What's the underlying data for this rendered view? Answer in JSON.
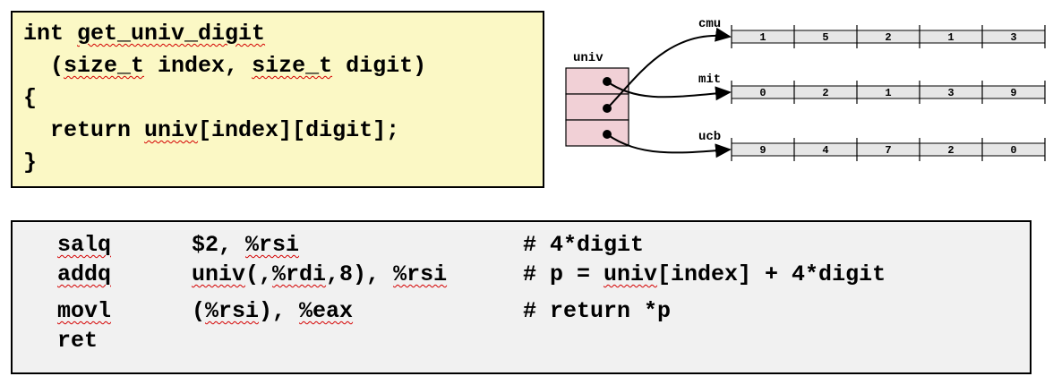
{
  "colors": {
    "code_background": "#fbf8c5",
    "asm_background": "#f1f1f1",
    "pointer_cell": "#f1d0d6",
    "array_cell": "#e6e6e6"
  },
  "c_code": [
    [
      {
        "t": "int "
      },
      {
        "t": "get_univ_digit",
        "sq": true
      }
    ],
    [
      {
        "t": "  ("
      },
      {
        "t": "size_t",
        "sq": true
      },
      {
        "t": " index, "
      },
      {
        "t": "size_t",
        "sq": true
      },
      {
        "t": " digit)"
      }
    ],
    [
      {
        "t": "{"
      }
    ],
    [
      {
        "t": "  return "
      },
      {
        "t": "univ",
        "sq": true
      },
      {
        "t": "[index][digit];"
      }
    ],
    [
      {
        "t": "}"
      }
    ]
  ],
  "asm": [
    {
      "op": "salq",
      "op_sq": true,
      "args": [
        {
          "t": "$2, "
        },
        {
          "t": "%rsi",
          "sq": true
        }
      ],
      "comment": [
        {
          "t": "# 4*digit"
        }
      ]
    },
    {
      "op": "addq",
      "op_sq": true,
      "args": [
        {
          "t": "univ",
          "sq": true
        },
        {
          "t": "(,"
        },
        {
          "t": "%rdi",
          "sq": true
        },
        {
          "t": ",8), "
        },
        {
          "t": "%rsi",
          "sq": true
        }
      ],
      "comment": [
        {
          "t": "# p = "
        },
        {
          "t": "univ",
          "sq": true
        },
        {
          "t": "[index] + 4*digit"
        }
      ]
    },
    {
      "op": "movl",
      "op_sq": true,
      "args": [
        {
          "t": "("
        },
        {
          "t": "%rsi",
          "sq": true
        },
        {
          "t": "), "
        },
        {
          "t": "%eax",
          "sq": true
        }
      ],
      "comment": [
        {
          "t": "# return *p"
        }
      ]
    },
    {
      "op": "ret",
      "op_sq": false,
      "args": [],
      "comment": []
    }
  ],
  "diagram": {
    "pointer_array_label": "univ",
    "arrays": [
      {
        "name": "cmu",
        "values": [
          "1",
          "5",
          "2",
          "1",
          "3"
        ]
      },
      {
        "name": "mit",
        "values": [
          "0",
          "2",
          "1",
          "3",
          "9"
        ]
      },
      {
        "name": "ucb",
        "values": [
          "9",
          "4",
          "7",
          "2",
          "0"
        ]
      }
    ]
  }
}
